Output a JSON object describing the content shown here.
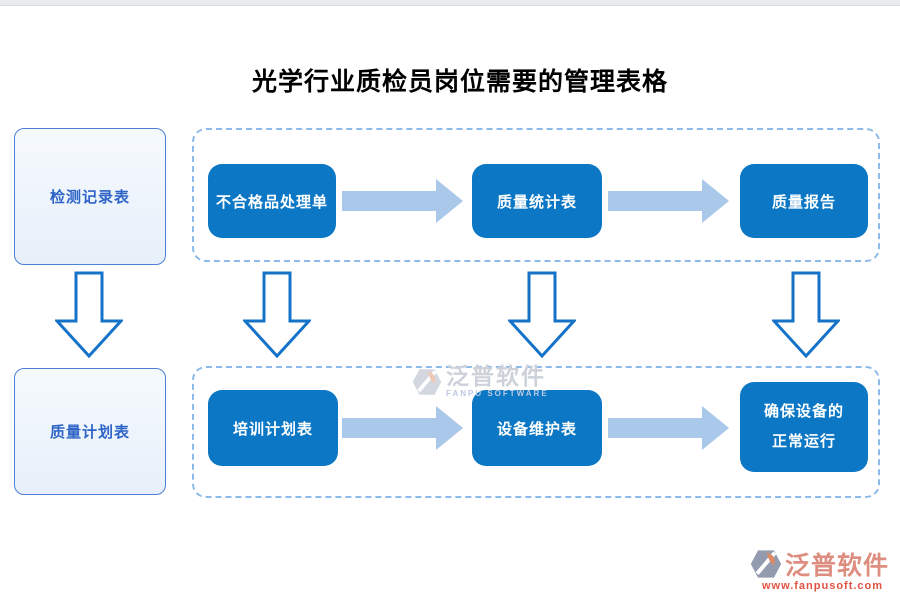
{
  "title": "光学行业质检员岗位需要的管理表格",
  "left_column": {
    "top_box": "检测记录表",
    "bottom_box": "质量计划表"
  },
  "flow": {
    "top": {
      "box1": "不合格品处理单",
      "box2": "质量统计表",
      "box3": "质量报告"
    },
    "bottom": {
      "box1": "培训计划表",
      "box2": "设备维护表",
      "box3_line1": "确保设备的",
      "box3_line2": "正常运行"
    }
  },
  "watermark": {
    "text": "泛普软件",
    "subtext": "FANPU SOFTWARE"
  },
  "footer": {
    "brand": "泛普软件",
    "url": "www.fanpusoft.com"
  },
  "colors": {
    "flow_box_blue": "#0b77c5",
    "horizontal_arrow": "#a9c8ea",
    "vertical_arrow_outline": "#1473c9",
    "dashed_border": "#8cbbe9",
    "side_box_border": "#4c80d5",
    "side_box_text": "#2e64c8",
    "brand_salmon": "#dd8e80",
    "brand_url_red": "#e25242"
  }
}
